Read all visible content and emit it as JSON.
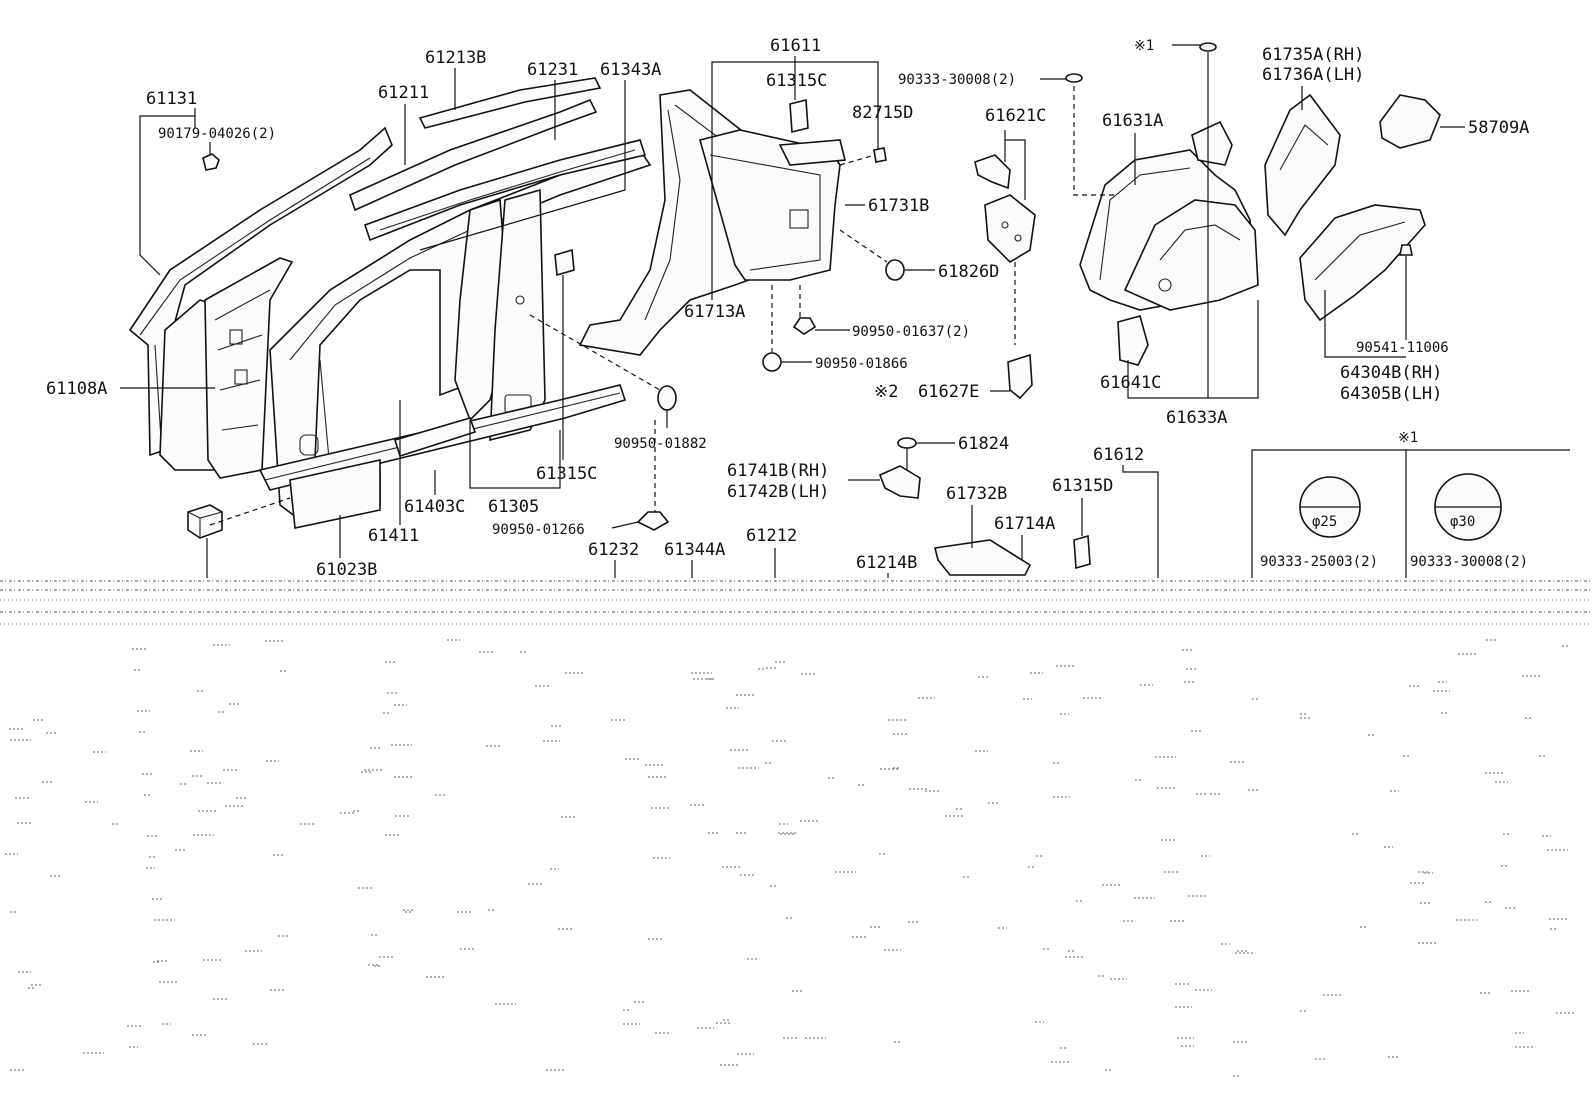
{
  "labels": {
    "p61131": "61131",
    "p90179": "90179-04026(2)",
    "p61213B": "61213B",
    "p61211": "61211",
    "p61231": "61231",
    "p61343A": "61343A",
    "p61611": "61611",
    "p61315C_top": "61315C",
    "p82715D": "82715D",
    "p90333_30008_top": "90333-30008(2)",
    "p_mark1_top": "※1",
    "p61735A": "61735A(RH)",
    "p61736A": "61736A(LH)",
    "p58709A": "58709A",
    "p61621C": "61621C",
    "p61631A": "61631A",
    "p61731B": "61731B",
    "p61826D": "61826D",
    "p61713A": "61713A",
    "p90950_01637": "90950-01637(2)",
    "p90950_01866": "90950-01866",
    "p61108A": "61108A",
    "p90950_01882": "90950-01882",
    "p_mark2": "※2",
    "p61627E": "61627E",
    "p61641C": "61641C",
    "p61633A": "61633A",
    "p90541": "90541-11006",
    "p64304B": "64304B(RH)",
    "p64305B": "64305B(LH)",
    "p61315C_mid": "61315C",
    "p61403C": "61403C",
    "p61305": "61305",
    "p61411": "61411",
    "p61023B": "61023B",
    "p90950_01266": "90950-01266",
    "p61824": "61824",
    "p61741B": "61741B(RH)",
    "p61742B": "61742B(LH)",
    "p61612": "61612",
    "p61315D": "61315D",
    "p61732B": "61732B",
    "p61714A": "61714A",
    "p61232": "61232",
    "p61344A": "61344A",
    "p61212": "61212",
    "p61214B": "61214B"
  },
  "legend": {
    "mark": "※1",
    "left_diameter": "φ25",
    "right_diameter": "φ30",
    "left_part": "90333-25003(2)",
    "right_part": "90333-30008(2)"
  }
}
